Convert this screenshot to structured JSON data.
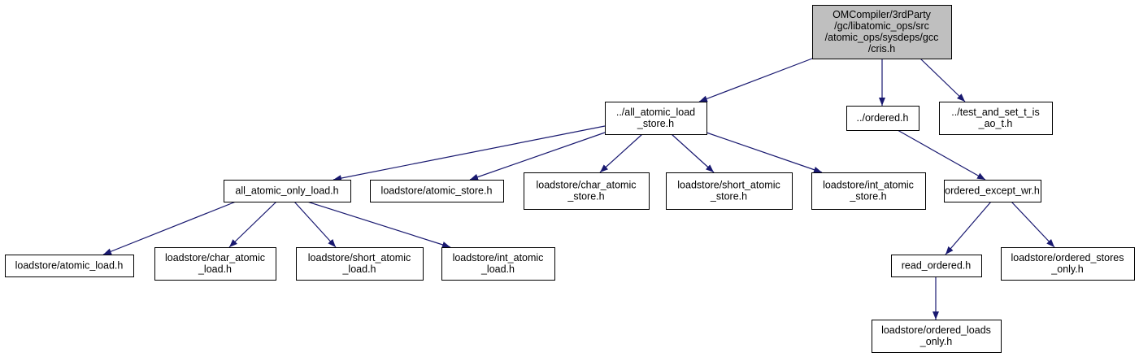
{
  "graph": {
    "colors": {
      "root_fill": "#bfbfbf",
      "node_fill": "#ffffff",
      "border": "#000000",
      "edge": "#191970"
    },
    "nodes": [
      {
        "id": "cris",
        "lines": [
          "OMCompiler/3rdParty",
          "/gc/libatomic_ops/src",
          "/atomic_ops/sysdeps/gcc",
          "/cris.h"
        ],
        "root": true
      },
      {
        "id": "all_atomic_load_store",
        "lines": [
          "../all_atomic_load",
          "_store.h"
        ]
      },
      {
        "id": "ordered",
        "lines": [
          "../ordered.h"
        ]
      },
      {
        "id": "test_and_set_t_is_ao_t",
        "lines": [
          "../test_and_set_t_is",
          "_ao_t.h"
        ]
      },
      {
        "id": "all_atomic_only_load",
        "lines": [
          "all_atomic_only_load.h"
        ]
      },
      {
        "id": "atomic_store",
        "lines": [
          "loadstore/atomic_store.h"
        ]
      },
      {
        "id": "char_atomic_store",
        "lines": [
          "loadstore/char_atomic",
          "_store.h"
        ]
      },
      {
        "id": "short_atomic_store",
        "lines": [
          "loadstore/short_atomic",
          "_store.h"
        ]
      },
      {
        "id": "int_atomic_store",
        "lines": [
          "loadstore/int_atomic",
          "_store.h"
        ]
      },
      {
        "id": "ordered_except_wr",
        "lines": [
          "ordered_except_wr.h"
        ]
      },
      {
        "id": "atomic_load",
        "lines": [
          "loadstore/atomic_load.h"
        ]
      },
      {
        "id": "char_atomic_load",
        "lines": [
          "loadstore/char_atomic",
          "_load.h"
        ]
      },
      {
        "id": "short_atomic_load",
        "lines": [
          "loadstore/short_atomic",
          "_load.h"
        ]
      },
      {
        "id": "int_atomic_load",
        "lines": [
          "loadstore/int_atomic",
          "_load.h"
        ]
      },
      {
        "id": "read_ordered",
        "lines": [
          "read_ordered.h"
        ]
      },
      {
        "id": "ordered_stores_only",
        "lines": [
          "loadstore/ordered_stores",
          "_only.h"
        ]
      },
      {
        "id": "ordered_loads_only",
        "lines": [
          "loadstore/ordered_loads",
          "_only.h"
        ]
      }
    ],
    "edges": [
      [
        "cris",
        "all_atomic_load_store"
      ],
      [
        "cris",
        "ordered"
      ],
      [
        "cris",
        "test_and_set_t_is_ao_t"
      ],
      [
        "all_atomic_load_store",
        "all_atomic_only_load"
      ],
      [
        "all_atomic_load_store",
        "atomic_store"
      ],
      [
        "all_atomic_load_store",
        "char_atomic_store"
      ],
      [
        "all_atomic_load_store",
        "short_atomic_store"
      ],
      [
        "all_atomic_load_store",
        "int_atomic_store"
      ],
      [
        "ordered",
        "ordered_except_wr"
      ],
      [
        "all_atomic_only_load",
        "atomic_load"
      ],
      [
        "all_atomic_only_load",
        "char_atomic_load"
      ],
      [
        "all_atomic_only_load",
        "short_atomic_load"
      ],
      [
        "all_atomic_only_load",
        "int_atomic_load"
      ],
      [
        "ordered_except_wr",
        "read_ordered"
      ],
      [
        "ordered_except_wr",
        "ordered_stores_only"
      ],
      [
        "read_ordered",
        "ordered_loads_only"
      ]
    ]
  }
}
